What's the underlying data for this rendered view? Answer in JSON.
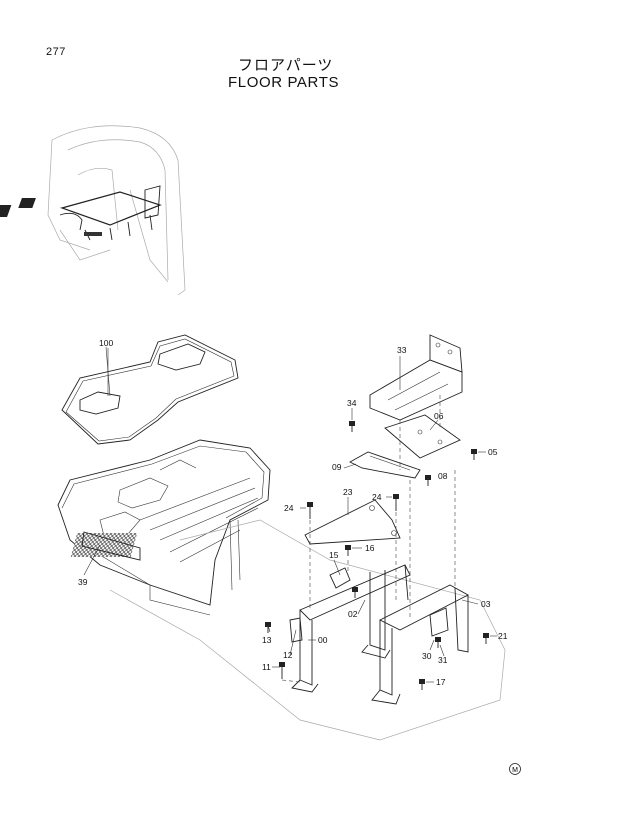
{
  "page": {
    "number": "277"
  },
  "title": {
    "japanese": "フロアパーツ",
    "english": "FLOOR PARTS"
  },
  "parts": [
    {
      "id": "100"
    },
    {
      "id": "39"
    },
    {
      "id": "33"
    },
    {
      "id": "34"
    },
    {
      "id": "06"
    },
    {
      "id": "05"
    },
    {
      "id": "09"
    },
    {
      "id": "08"
    },
    {
      "id": "24"
    },
    {
      "id": "23"
    },
    {
      "id": "24"
    },
    {
      "id": "16"
    },
    {
      "id": "15"
    },
    {
      "id": "02"
    },
    {
      "id": "03"
    },
    {
      "id": "13"
    },
    {
      "id": "00"
    },
    {
      "id": "12"
    },
    {
      "id": "11"
    },
    {
      "id": "21"
    },
    {
      "id": "30"
    },
    {
      "id": "31"
    },
    {
      "id": "17"
    }
  ],
  "footer": {
    "mark": "M"
  }
}
